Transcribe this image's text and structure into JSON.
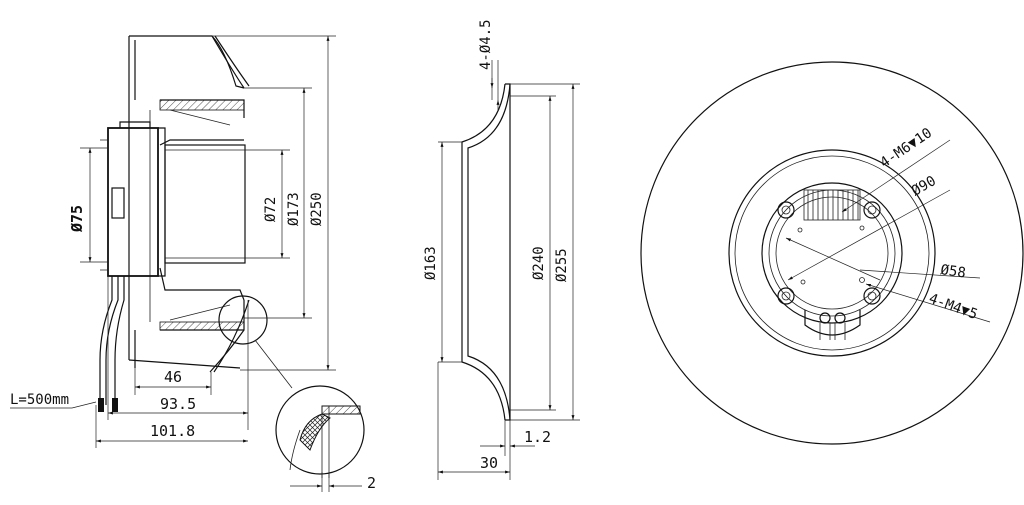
{
  "dimensions": {
    "side_view": {
      "d75": "Ø75",
      "d72": "Ø72",
      "d173": "Ø173",
      "d250": "Ø250",
      "len46": "46",
      "len93": "93.5",
      "len101": "101.8",
      "cable": "L=500mm"
    },
    "detail": {
      "thickness": "2"
    },
    "section_view": {
      "holes": "4-Ø4.5",
      "d163": "Ø163",
      "d240": "Ø240",
      "d255": "Ø255",
      "len30": "30",
      "len12": "1.2"
    },
    "front_view": {
      "m6": "4-M6▼10",
      "d90": "Ø90",
      "d58": "Ø58",
      "m4": "4-M4▼5"
    }
  }
}
